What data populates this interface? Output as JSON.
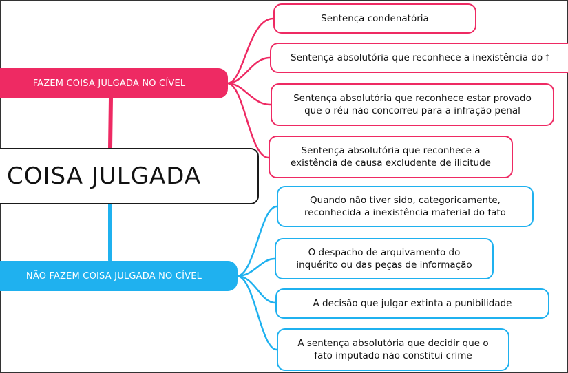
{
  "central": {
    "label": "COISA JULGADA"
  },
  "branches": [
    {
      "label": "FAZEM COISA JULGADA NO CÍVEL",
      "color": "#ee2a63",
      "items": [
        "Sentença condenatória",
        "Sentença absolutória que reconhece a inexistência do f",
        "Sentença absolutória que reconhece estar provado\nque o réu não concorreu para a infração penal",
        "Sentença absolutória que reconhece a\nexistência de causa excludente de ilicitude"
      ]
    },
    {
      "label": "NÃO FAZEM COISA JULGADA NO CÍVEL",
      "color": "#1fb1ef",
      "items": [
        "Quando não tiver sido, categoricamente,\nreconhecida a inexistência material do fato",
        "O despacho de arquivamento do\ninquérito ou das peças de informação",
        "A decisão que julgar extinta a punibilidade",
        "A sentença absolutória que decidir que o\nfato imputado não constitui crime"
      ]
    }
  ]
}
